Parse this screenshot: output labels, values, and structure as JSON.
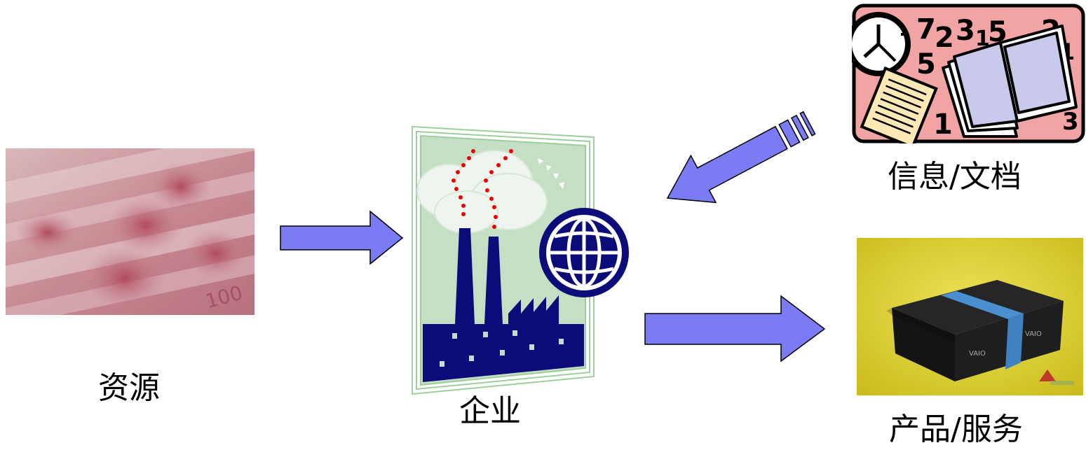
{
  "nodes": {
    "resources": {
      "label": "资源",
      "icon": "money-banknotes-image"
    },
    "enterprise": {
      "label": "企业",
      "icon": "factory-globe-icon"
    },
    "information": {
      "label": "信息/文档",
      "icon": "book-clock-documents-icon"
    },
    "products": {
      "label": "产品/服务",
      "icon": "product-box-image"
    }
  },
  "colors": {
    "arrow_fill": "#7b7cf3",
    "arrow_stroke": "#000000",
    "factory_navy": "#0b0b7a",
    "factory_bg": "#c4dfc4",
    "info_bg": "#f2a3a3",
    "product_bg": "#e7dc3a"
  }
}
